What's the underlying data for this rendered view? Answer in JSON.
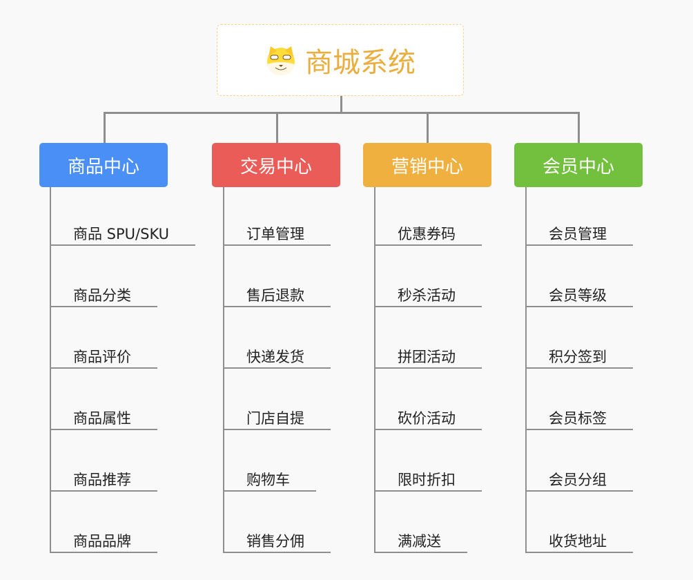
{
  "root": {
    "title": "商城系统",
    "icon": "shiba-dog-icon",
    "color": "#eaae3f"
  },
  "categories": [
    {
      "label": "商品中心",
      "color": "#4a8ff5",
      "items": [
        "商品 SPU/SKU",
        "商品分类",
        "商品评价",
        "商品属性",
        "商品推荐",
        "商品品牌"
      ]
    },
    {
      "label": "交易中心",
      "color": "#e95c58",
      "items": [
        "订单管理",
        "售后退款",
        "快递发货",
        "门店自提",
        "购物车",
        "销售分佣"
      ]
    },
    {
      "label": "营销中心",
      "color": "#efb03f",
      "items": [
        "优惠券码",
        "秒杀活动",
        "拼团活动",
        "砍价活动",
        "限时折扣",
        "满减送"
      ]
    },
    {
      "label": "会员中心",
      "color": "#72c03e",
      "items": [
        "会员管理",
        "会员等级",
        "积分签到",
        "会员标签",
        "会员分组",
        "收货地址"
      ]
    }
  ]
}
